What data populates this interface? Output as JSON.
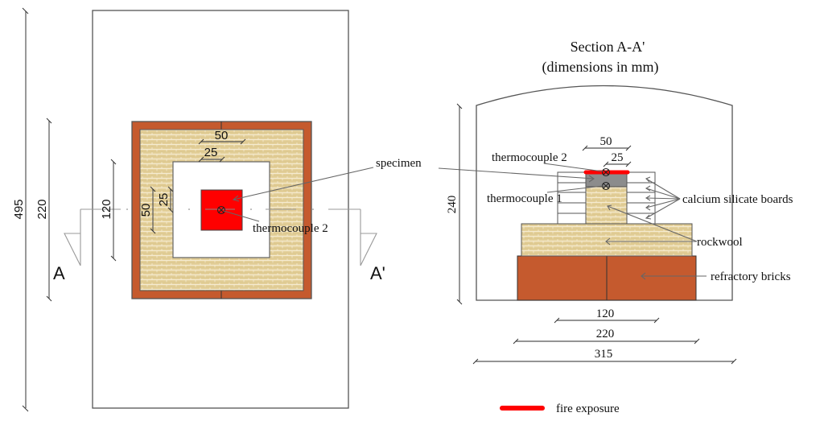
{
  "plan_view": {
    "dimensions": {
      "overall_height": "495",
      "insulation_height": "220",
      "opening_height": "120",
      "rockwool_width": "50",
      "inner_width": "25",
      "side_outer": "50",
      "side_inner": "25"
    },
    "section_marks": {
      "left": "A",
      "right": "A'"
    },
    "labels": {
      "specimen": "specimen",
      "thermocouple": "thermocouple 2"
    }
  },
  "section_view": {
    "title": "Section A-A'",
    "subtitle": "(dimensions in mm)",
    "dimensions": {
      "height": "240",
      "top_outer": "50",
      "top_inner": "25",
      "bottom_120": "120",
      "bottom_220": "220",
      "bottom_315": "315"
    },
    "labels": {
      "thermocouple_2": "thermocouple 2",
      "thermocouple_1": "thermocouple 1",
      "calcium_silicate": "calcium silicate boards",
      "rockwool": "rockwool",
      "refractory_bricks": "refractory bricks"
    }
  },
  "legend": {
    "fire_exposure": "fire exposure"
  },
  "colors": {
    "brick": "#c55a2e",
    "rockwool": "#e6d3a0",
    "specimen": "#ff0000",
    "fire": "#ff0000",
    "board_gray": "#8c8c8c"
  }
}
